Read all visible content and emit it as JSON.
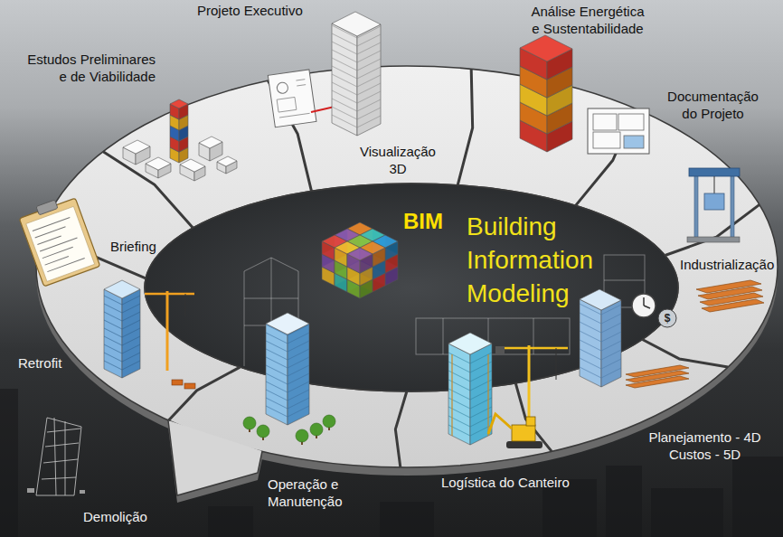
{
  "diagram": {
    "labels": [
      "Projeto Executivo",
      "Análise Energética e Sustentabilidade",
      "Estudos Preliminares e de Viabilidade",
      "Documentação do Projeto",
      "Visualização 3D",
      "BIM",
      "Building Information Modeling",
      "Briefing",
      "Industrialização",
      "$",
      "Retrofit",
      "Planejamento - 4D Custos - 5D",
      "Logística do Canteiro",
      "Operação e Manutenção",
      "Demolição"
    ]
  }
}
